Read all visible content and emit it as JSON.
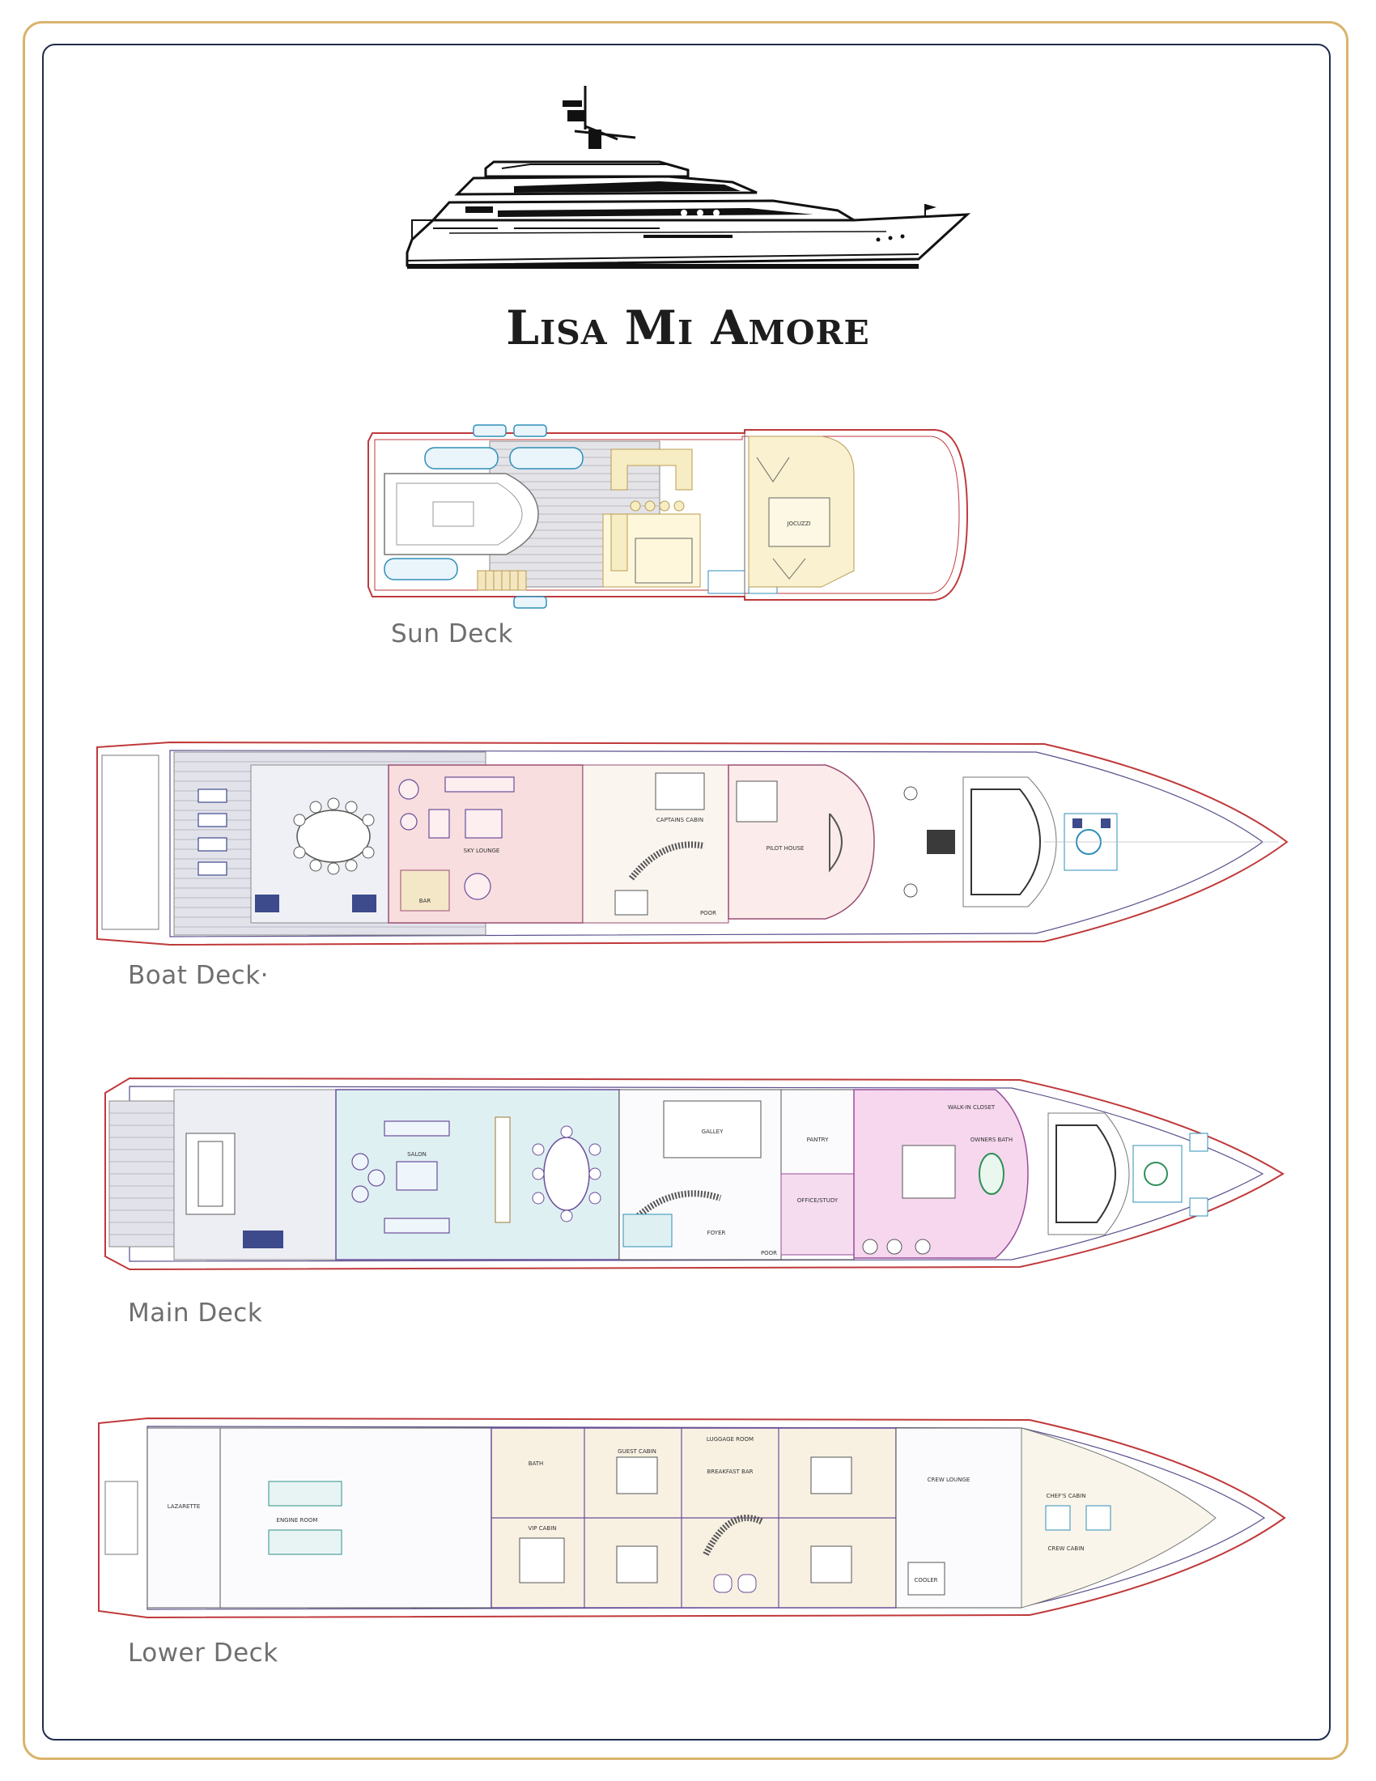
{
  "title": "Lisa Mi Amore",
  "decks": [
    {
      "label": "Sun Deck",
      "rooms": [
        "JOCUZZI"
      ]
    },
    {
      "label": "Boat Deck·",
      "rooms": [
        "SKY LOUNGE",
        "BAR",
        "CAPTAINS CABIN",
        "PILOT HOUSE",
        "POOR"
      ]
    },
    {
      "label": "Main Deck",
      "rooms": [
        "SALON",
        "GALLEY",
        "FOYER",
        "PANTRY",
        "OFFICE/STUDY",
        "OWNERS BATH",
        "WALK-IN CLOSET",
        "POOR"
      ]
    },
    {
      "label": "Lower Deck",
      "rooms": [
        "LAZARETTE",
        "ENGINE ROOM",
        "BATH",
        "VIP CABIN",
        "GUEST CABIN",
        "LUGGAGE ROOM",
        "BREAKFAST BAR",
        "CREW LOUNGE",
        "CHEF'S CABIN",
        "CREW CABIN",
        "COOLER"
      ]
    }
  ]
}
